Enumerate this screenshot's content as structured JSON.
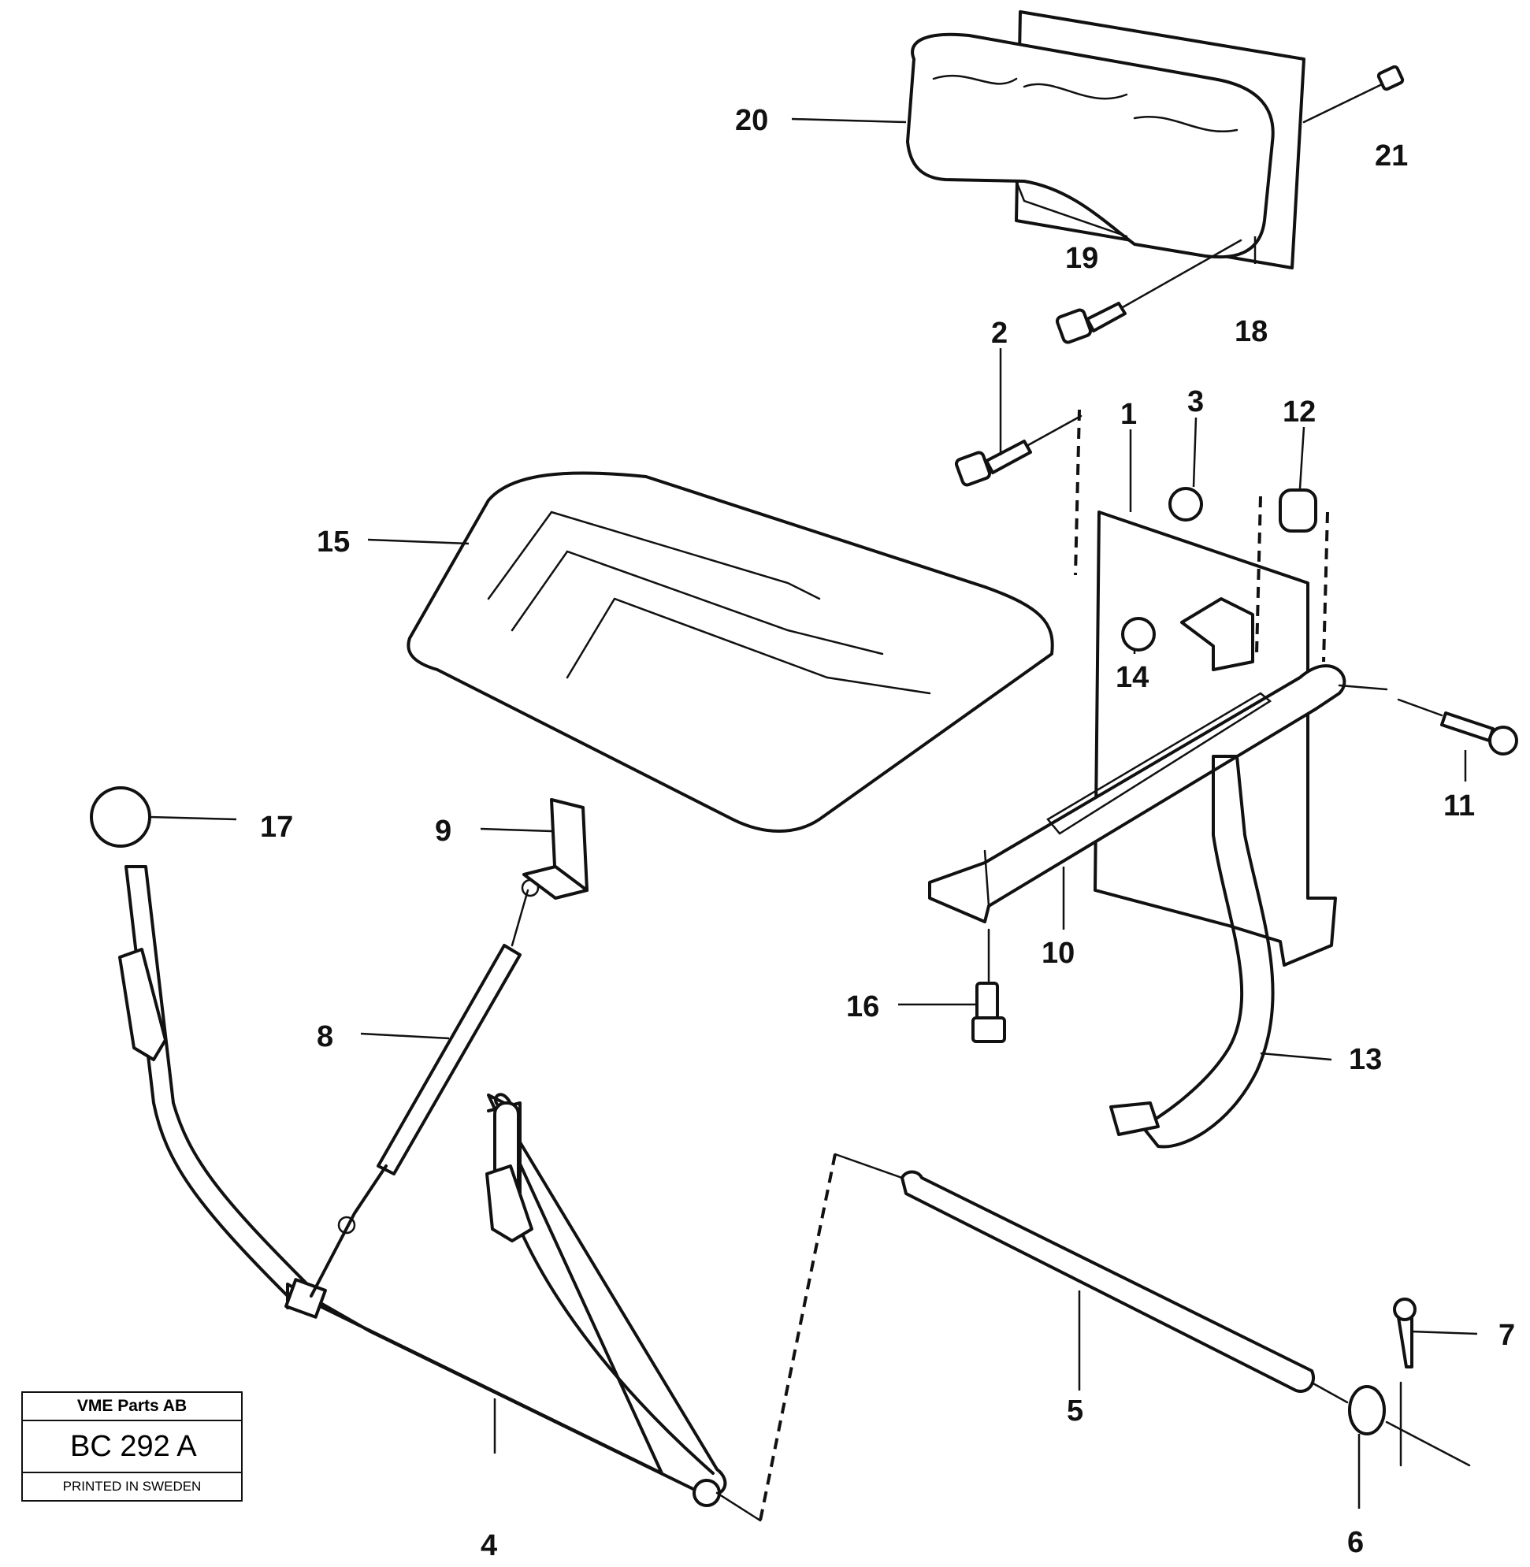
{
  "diagram": {
    "callouts": [
      {
        "id": "c20",
        "text": "20"
      },
      {
        "id": "c21",
        "text": "21"
      },
      {
        "id": "c19",
        "text": "19"
      },
      {
        "id": "c18",
        "text": "18"
      },
      {
        "id": "c2",
        "text": "2"
      },
      {
        "id": "c1",
        "text": "1"
      },
      {
        "id": "c3",
        "text": "3"
      },
      {
        "id": "c12",
        "text": "12"
      },
      {
        "id": "c15",
        "text": "15"
      },
      {
        "id": "c14",
        "text": "14"
      },
      {
        "id": "c11",
        "text": "11"
      },
      {
        "id": "c17",
        "text": "17"
      },
      {
        "id": "c9",
        "text": "9"
      },
      {
        "id": "c10",
        "text": "10"
      },
      {
        "id": "c16",
        "text": "16"
      },
      {
        "id": "c8",
        "text": "8"
      },
      {
        "id": "c13",
        "text": "13"
      },
      {
        "id": "c7",
        "text": "7"
      },
      {
        "id": "c5",
        "text": "5"
      },
      {
        "id": "c4",
        "text": "4"
      },
      {
        "id": "c6",
        "text": "6"
      }
    ]
  },
  "title_block": {
    "company": "VME Parts AB",
    "drawing_number": "BC 292 A",
    "footer": "PRINTED IN SWEDEN"
  }
}
